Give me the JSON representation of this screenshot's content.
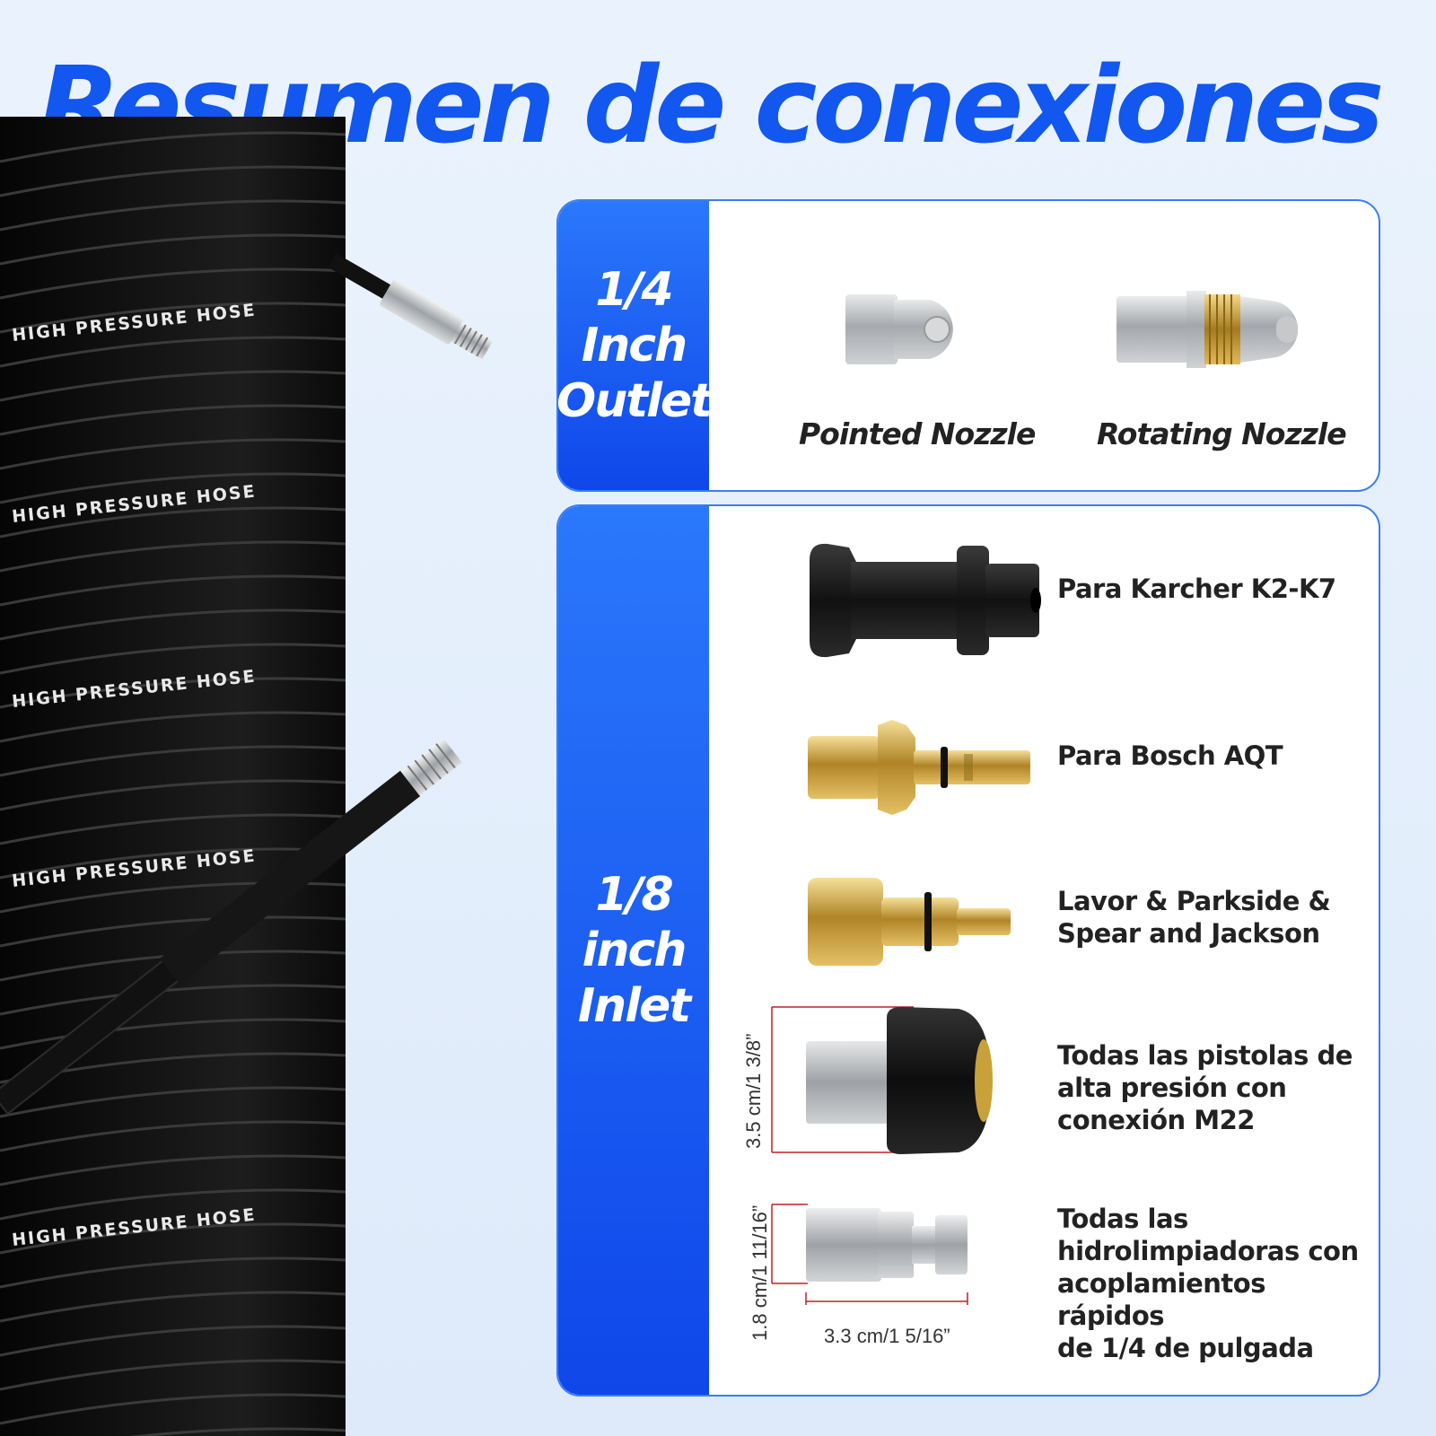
{
  "title": "Resumen de conexiones",
  "hose": {
    "printed_text": [
      "HIGH",
      "PRESSURE",
      "HOSE"
    ]
  },
  "outlet": {
    "header": [
      "1/4",
      "Inch",
      "Outlet"
    ],
    "items": [
      {
        "label": "Pointed Nozzle",
        "icon": "pointed-nozzle-icon"
      },
      {
        "label": "Rotating Nozzle",
        "icon": "rotating-nozzle-icon"
      }
    ]
  },
  "inlet": {
    "header": [
      "1/8",
      "inch",
      "Inlet"
    ],
    "items": [
      {
        "lines": [
          "Para Karcher K2-K7"
        ],
        "icon": "karcher-adapter-icon"
      },
      {
        "lines": [
          "Para Bosch AQT"
        ],
        "icon": "bosch-adapter-icon"
      },
      {
        "lines": [
          "Lavor & Parkside &",
          "Spear and Jackson"
        ],
        "icon": "lavor-adapter-icon"
      },
      {
        "lines": [
          "Todas las pistolas de",
          "alta presión con",
          "conexión M22"
        ],
        "icon": "m22-adapter-icon"
      },
      {
        "lines": [
          "Todas las",
          "hidrolimpiadoras con",
          "acoplamientos rápidos",
          "de 1/4 de pulgada"
        ],
        "icon": "quick-coupler-icon"
      }
    ],
    "dimensions": {
      "m22_height": "3.5 cm/1  3/8”",
      "coupler_height": "1.8 cm/1  11/16”",
      "coupler_length": "3.3 cm/1   5/16”"
    }
  },
  "colors": {
    "title": "#1157f0",
    "panel_side": "#1f5ff5",
    "panel_border": "#3b7cf5",
    "brass": "#c9a13a",
    "steel": "#bfc3c7",
    "hose": "#111111"
  }
}
